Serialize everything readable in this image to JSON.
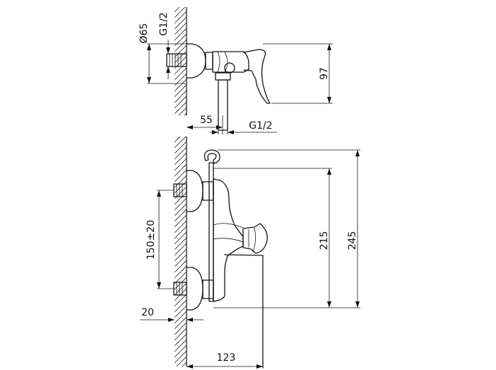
{
  "dimensions": {
    "diameter": "Ø65",
    "thread_top": "G1/2",
    "height_side": "97",
    "depth": "55",
    "thread_outlet": "G1/2",
    "centers": "150±20",
    "offset": "20",
    "height_holder": "215",
    "height_total": "245",
    "projection": "123"
  }
}
